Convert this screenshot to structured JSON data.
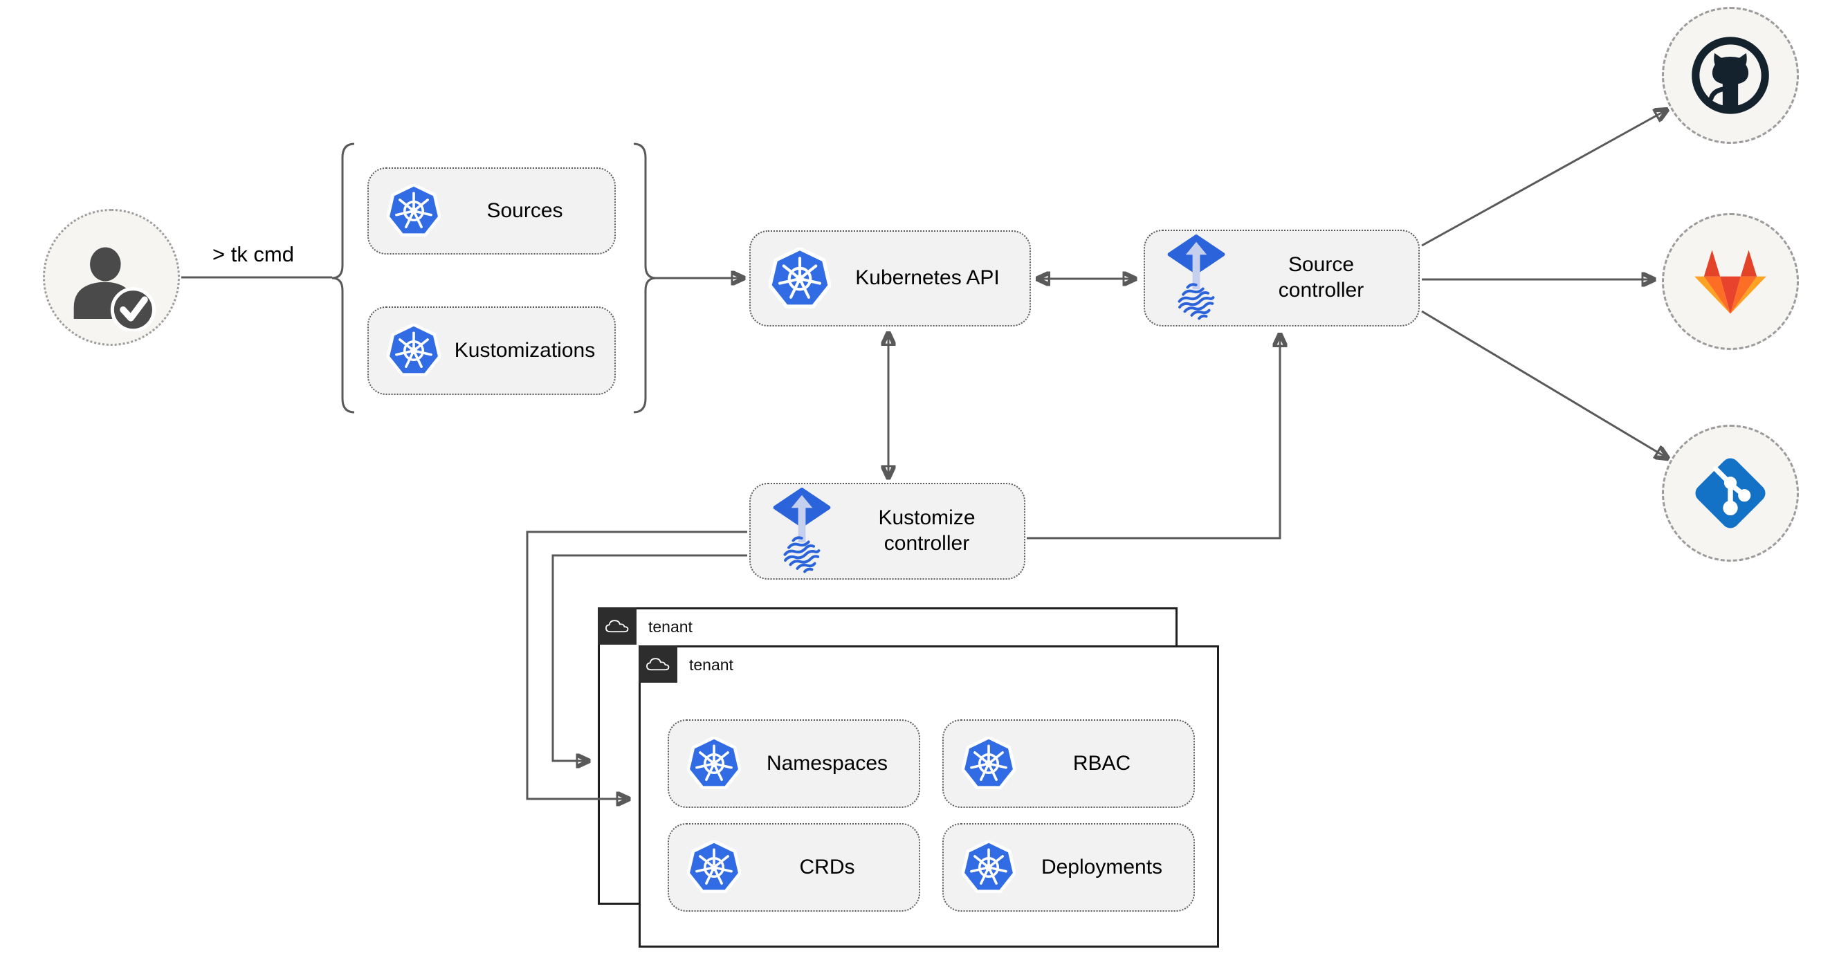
{
  "cli": {
    "label": "> tk cmd"
  },
  "nodes": {
    "sources": "Sources",
    "kustomizations": "Kustomizations",
    "kubernetes_api": "Kubernetes API",
    "source_controller": "Source controller",
    "kustomize_controller": "Kustomize controller",
    "namespaces": "Namespaces",
    "rbac": "RBAC",
    "crds": "CRDs",
    "deployments": "Deployments"
  },
  "tenants": {
    "back_label": "tenant",
    "front_label": "tenant"
  },
  "icons": {
    "user": "user-check-icon",
    "kubernetes": "kubernetes-icon",
    "flux": "flux-icon",
    "cloud": "cloud-icon",
    "github": "github-icon",
    "gitlab": "gitlab-icon",
    "git": "git-icon"
  },
  "colors": {
    "kubernetes_blue": "#326ce5",
    "flux_blue": "#2a63da",
    "flux_arrow_light": "#c5d0ef",
    "git_blue": "#1372c6",
    "github_dark": "#14222e",
    "gitlab_red": "#e24329",
    "gitlab_orange": "#fc6d26",
    "gitlab_light_orange": "#fca326",
    "connector": "#595959",
    "node_fill": "#f2f2f2",
    "node_border": "#5c5c5c",
    "circle_fill": "#f7f5f2",
    "tenant_border": "#1f1f1f",
    "badge_bg": "#2d2d2d",
    "person_gray": "#4a4a4a"
  }
}
